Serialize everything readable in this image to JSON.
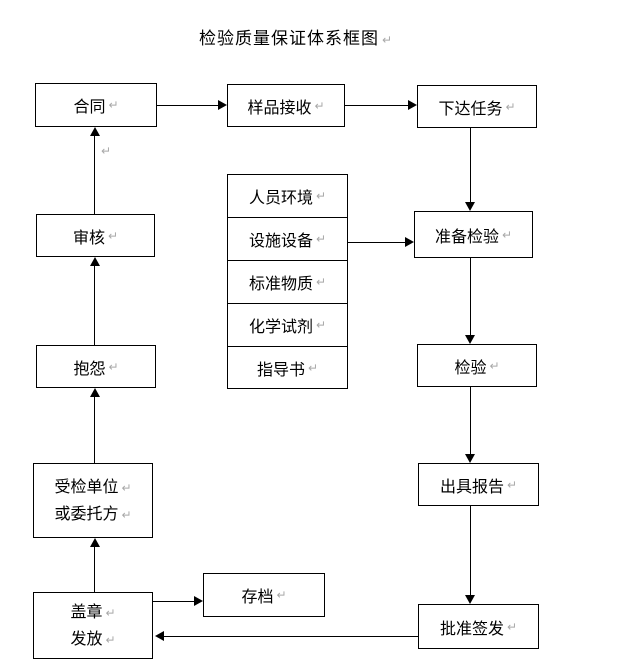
{
  "title": "检验质量保证体系框图",
  "marks": {
    "pilcrow": "↵"
  },
  "colors": {
    "line": "#000000",
    "text": "#000000",
    "pilcrow": "#a8a8a8",
    "background": "#ffffff"
  },
  "nodes": {
    "contract": {
      "label": "合同"
    },
    "sample_reception": {
      "label": "样品接收"
    },
    "assign_task": {
      "label": "下达任务"
    },
    "prepare_inspection": {
      "label": "准备检验"
    },
    "inspection": {
      "label": "检验"
    },
    "issue_report": {
      "label": "出具报告"
    },
    "approve_issue": {
      "label": "批准签发"
    },
    "review": {
      "label": "审核"
    },
    "complaint": {
      "label": "抱怨"
    },
    "inspected_unit": {
      "line1": "受检单位",
      "line2": "或委托方"
    },
    "stamp_issue": {
      "line1": "盖章",
      "line2": "发放"
    },
    "archive": {
      "label": "存档"
    },
    "resources": {
      "rows": [
        "人员环境",
        "设施设备",
        "标准物质",
        "化学试剂",
        "指导书"
      ]
    }
  },
  "edges": [
    {
      "from": "合同",
      "to": "样品接收",
      "direction": "right"
    },
    {
      "from": "样品接收",
      "to": "下达任务",
      "direction": "right"
    },
    {
      "from": "下达任务",
      "to": "准备检验",
      "direction": "down"
    },
    {
      "from": "设施设备(资源组)",
      "to": "准备检验",
      "direction": "right"
    },
    {
      "from": "准备检验",
      "to": "检验",
      "direction": "down"
    },
    {
      "from": "检验",
      "to": "出具报告",
      "direction": "down"
    },
    {
      "from": "出具报告",
      "to": "批准签发",
      "direction": "down"
    },
    {
      "from": "批准签发",
      "to": "盖章发放",
      "direction": "left"
    },
    {
      "from": "盖章发放",
      "to": "存档",
      "direction": "right"
    },
    {
      "from": "盖章发放",
      "to": "受检单位或委托方",
      "direction": "up"
    },
    {
      "from": "受检单位或委托方",
      "to": "抱怨",
      "direction": "up"
    },
    {
      "from": "抱怨",
      "to": "审核",
      "direction": "up"
    },
    {
      "from": "审核",
      "to": "合同",
      "direction": "up"
    }
  ]
}
